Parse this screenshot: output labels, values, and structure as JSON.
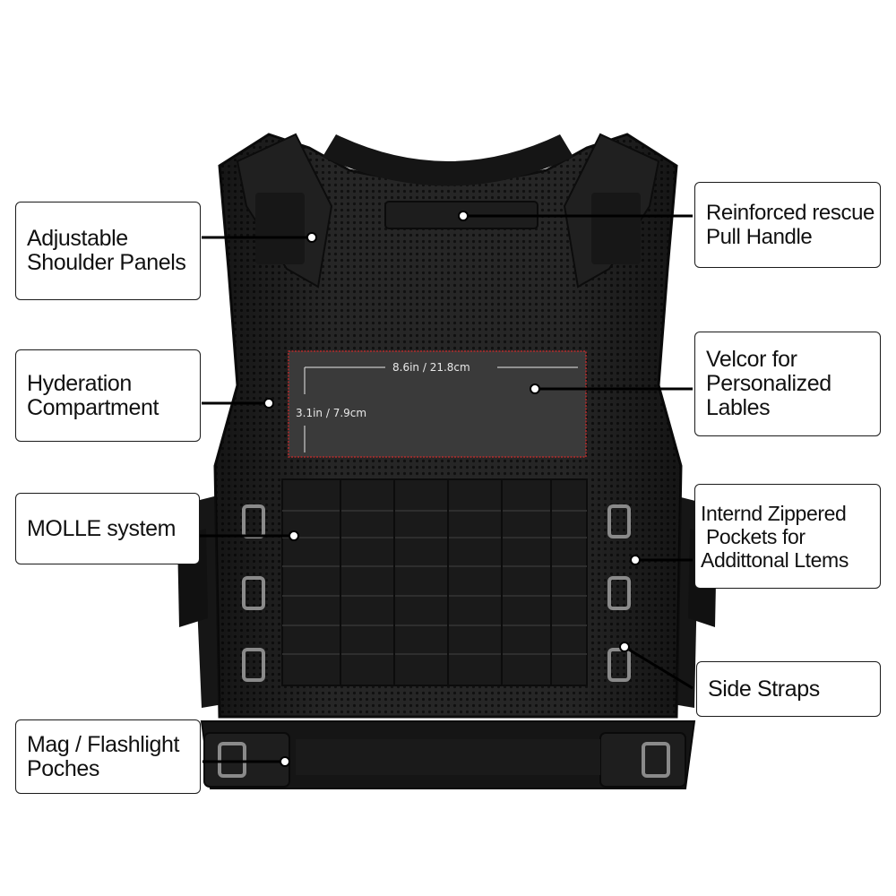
{
  "callouts": {
    "shoulder": {
      "line1": "Adjustable",
      "line2": "Shoulder Panels"
    },
    "hydration": {
      "line1": "Hyderation",
      "line2": "Compartment"
    },
    "molle": {
      "line1": "MOLLE system"
    },
    "mag": {
      "line1": "Mag / Flashlight",
      "line2": "Poches"
    },
    "rescue": {
      "line1": "Reinforced rescue",
      "line2": "Pull Handle"
    },
    "velcro": {
      "line1": "Velcor for",
      "line2": "Personalized",
      "line3": "Lables"
    },
    "zippered": {
      "line1": "Internd Zippered",
      "line2": " Pockets for",
      "line3": "Addittonal Ltems"
    },
    "side": {
      "line1": "Side Straps"
    }
  },
  "dimensions": {
    "width_label": "8.6in / 21.8cm",
    "height_label": "3.1in / 7.9cm"
  },
  "colors": {
    "vest": "#1b1b1b",
    "mesh": "#2a2a2a",
    "patch_border": "#b52a2a",
    "callout_border": "#1a1a1a"
  }
}
